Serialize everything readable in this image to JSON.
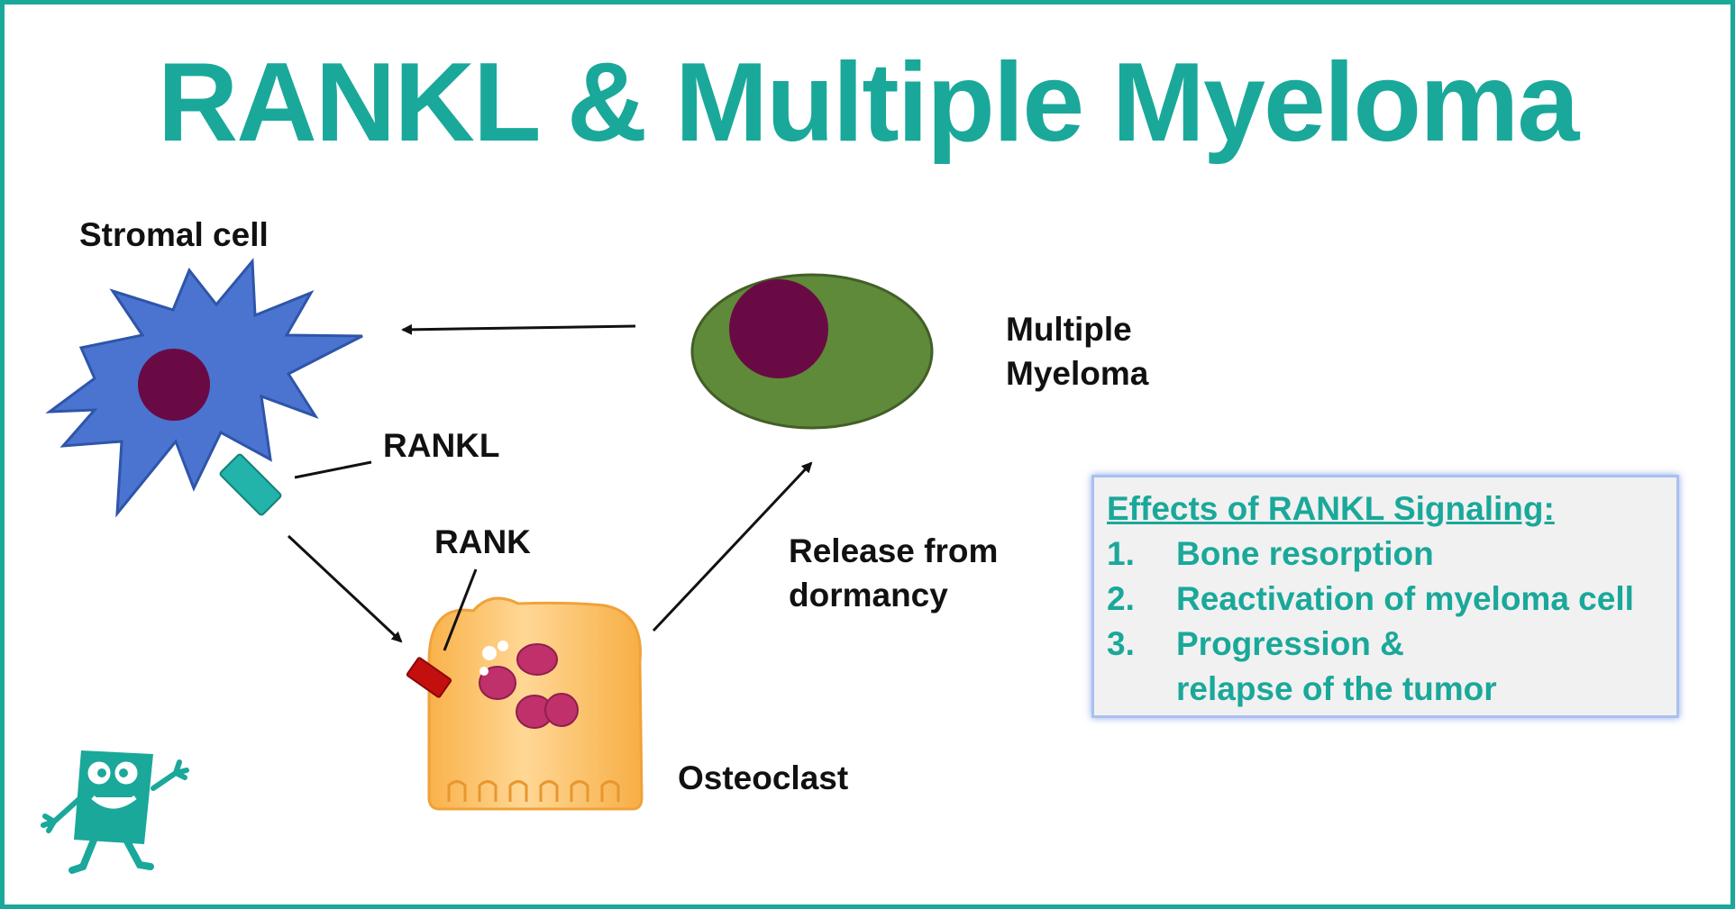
{
  "title": "RANKL & Multiple Myeloma",
  "labels": {
    "stromal_cell": "Stromal cell",
    "multiple_myeloma": "Multiple\nMyeloma",
    "rankl": "RANKL",
    "rank": "RANK",
    "release": "Release from\ndormancy",
    "osteoclast": "Osteoclast"
  },
  "effects": {
    "title": "Effects of RANKL Signaling:",
    "items": [
      {
        "num": "1.",
        "text": "Bone resorption"
      },
      {
        "num": "2.",
        "text": "Reactivation of myeloma cell"
      },
      {
        "num": "3.",
        "text": "Progression &\nrelapse of the tumor"
      }
    ]
  },
  "colors": {
    "accent": "#1aa89a",
    "stromal_cell": "#4a74d0",
    "nucleus": "#6a0a45",
    "myeloma_cell": "#5e8a3a",
    "osteoclast": "#fbc56a",
    "rankl_receptor": "#22b3ab",
    "rank_receptor": "#c40f0f",
    "vesicle": "#c0306b"
  },
  "icons": {
    "logo": "mascot-logo-icon"
  }
}
